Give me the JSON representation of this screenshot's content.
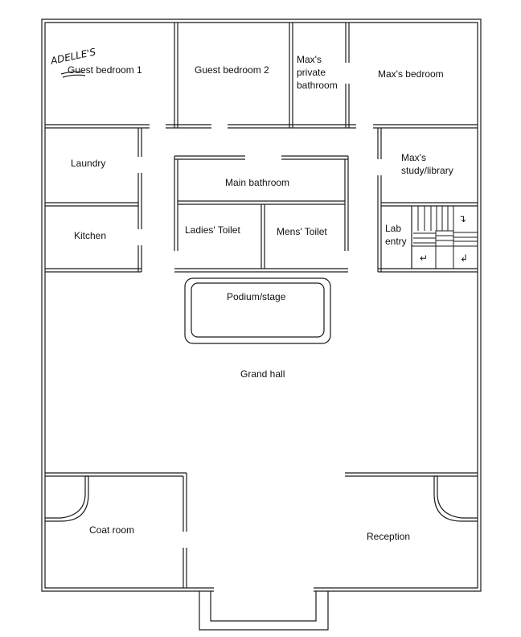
{
  "plan": {
    "rooms": {
      "guest_bedroom_1": "Guest bedroom 1",
      "guest_bedroom_2": "Guest bedroom 2",
      "max_private_bathroom": [
        "Max's",
        "private",
        "bathroom"
      ],
      "max_bedroom": "Max's bedroom",
      "laundry": "Laundry",
      "main_bathroom": "Main bathroom",
      "max_study": [
        "Max's",
        "study/library"
      ],
      "kitchen": "Kitchen",
      "ladies_toilet": "Ladies' Toilet",
      "mens_toilet": "Mens' Toilet",
      "lab_entry": [
        "Lab",
        "entry"
      ],
      "podium": "Podium/stage",
      "grand_hall": "Grand hall",
      "coat_room": "Coat room",
      "reception": "Reception"
    },
    "annotation": "ADELLE'S",
    "stair_arrows": [
      "↴",
      "↵",
      "↲"
    ]
  }
}
